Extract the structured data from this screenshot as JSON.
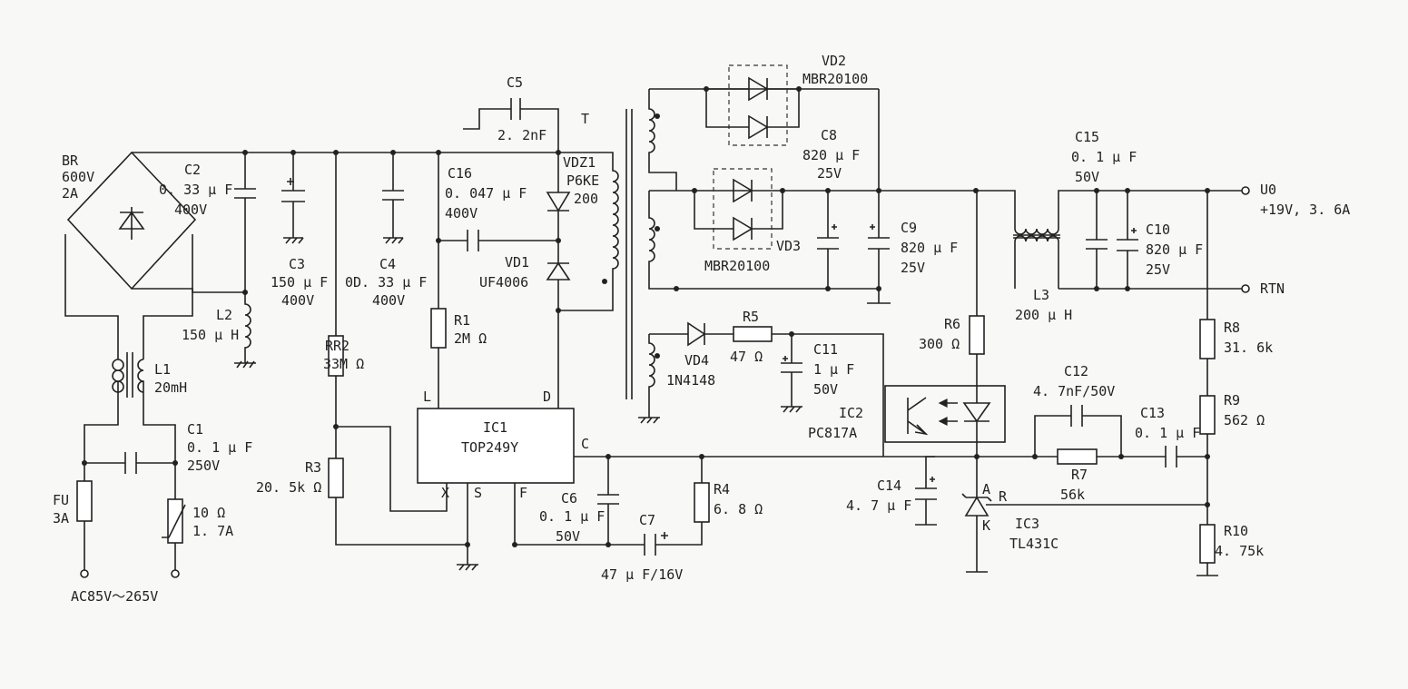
{
  "colors": {
    "ink": "#222222",
    "paper": "#f8f8f6"
  },
  "labels": {
    "br": "BR",
    "br_v": "600V",
    "br_a": "2A",
    "c2": "C2",
    "c2_v": "0. 33 μ F",
    "c2_r": "400V",
    "c3": "C3",
    "c3_v": "150 μ F",
    "c3_r": "400V",
    "c4": "C4",
    "c4_v": "0D. 33 μ F",
    "c4_r": "400V",
    "l2": "L2",
    "l2_v": "150 μ H",
    "l1": "L1",
    "l1_v": "20mH",
    "c1": "C1",
    "c1_v": "0. 1 μ F",
    "c1_r": "250V",
    "fu": "FU",
    "fu_v": "3A",
    "rt": "10 Ω",
    "rt_v": "1. 7A",
    "ac": "AC85V～265V",
    "rr2": "RR2",
    "rr2_v": "33M Ω",
    "r3": "R3",
    "r3_v": "20. 5k Ω",
    "c5": "C5",
    "c5_v": "2. 2nF",
    "c16": "C16",
    "c16_v": "0. 047 μ F",
    "c16_r": "400V",
    "r1": "R1",
    "r1_v": "2M Ω",
    "vdz1": "VDZ1",
    "vdz1_a": "P6KE",
    "vdz1_b": "200",
    "vd1": "VD1",
    "vd1_v": "UF4006",
    "t": "T",
    "ic1": "IC1",
    "ic1_v": "TOP249Y",
    "pin_l": "L",
    "pin_d": "D",
    "pin_c": "C",
    "pin_x": "X",
    "pin_s": "S",
    "pin_f": "F",
    "c6": "C6",
    "c6_v": "0. 1 μ F",
    "c6_r": "50V",
    "c7": "C7",
    "c7_v": "47 μ F/16V",
    "r4": "R4",
    "r4_v": "6. 8 Ω",
    "vd2": "VD2",
    "vd2_v": "MBR20100",
    "vd3": "VD3",
    "vd3_v": "MBR20100",
    "c8": "C8",
    "c8_v": "820 μ F",
    "c8_r": "25V",
    "c9": "C9",
    "c9_v": "820 μ F",
    "c9_r": "25V",
    "c15": "C15",
    "c15_v": "0. 1 μ F",
    "c15_r": "50V",
    "c10": "C10",
    "c10_v": "820 μ F",
    "c10_r": "25V",
    "l3": "L3",
    "l3_v": "200 μ H",
    "uo": "U0",
    "uo_v": "+19V, 3. 6A",
    "rtn": "RTN",
    "vd4": "VD4",
    "vd4_v": "1N4148",
    "r5": "R5",
    "r5_v": "47 Ω",
    "c11": "C11",
    "c11_v": "1 μ F",
    "c11_r": "50V",
    "ic2": "IC2",
    "ic2_v": "PC817A",
    "r6": "R6",
    "r6_v": "300 Ω",
    "c12": "C12",
    "c12_v": "4. 7nF/50V",
    "c13": "C13",
    "c13_v": "0. 1 μ F",
    "r7": "R7",
    "r7_v": "56k",
    "c14": "C14",
    "c14_v": "4. 7 μ F",
    "ic3": "IC3",
    "ic3_v": "TL431C",
    "pin_a": "A",
    "pin_k": "K",
    "pin_r": "R",
    "r8": "R8",
    "r8_v": "31. 6k",
    "r9": "R9",
    "r9_v": "562 Ω",
    "r10": "R10",
    "r10_v": "4. 75k"
  }
}
